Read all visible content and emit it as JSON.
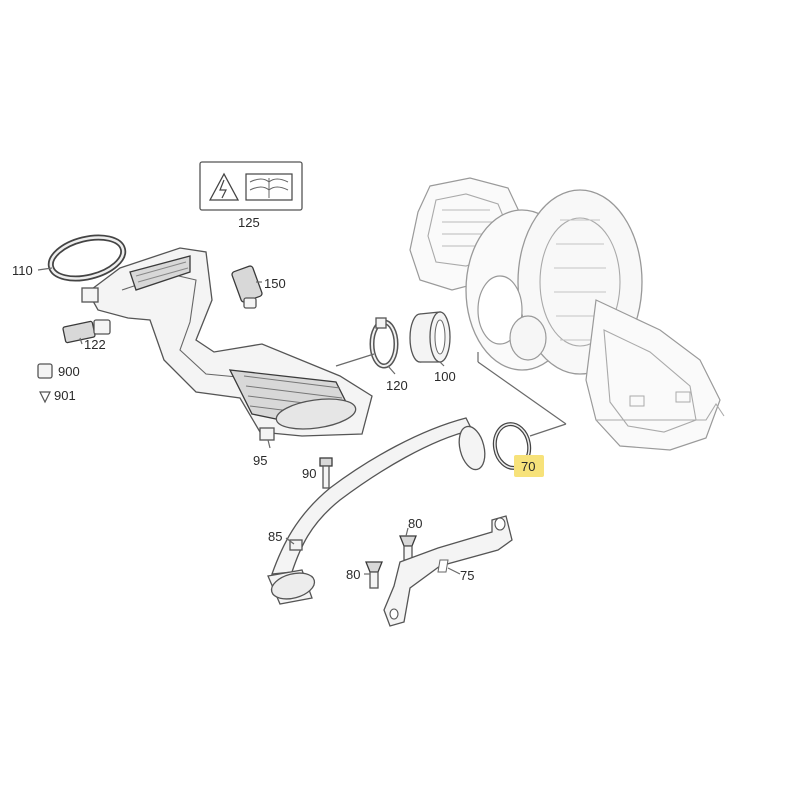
{
  "callouts": {
    "c125": "125",
    "c110": "110",
    "c150": "150",
    "c122": "122",
    "c900": "900",
    "c901": "901",
    "c120": "120",
    "c100": "100",
    "c95": "95",
    "c90": "90",
    "c70": "70",
    "c80a": "80",
    "c85": "85",
    "c80b": "80",
    "c75": "75"
  },
  "colors": {
    "highlight": "#f7e27a"
  },
  "highlighted_callout": "70"
}
